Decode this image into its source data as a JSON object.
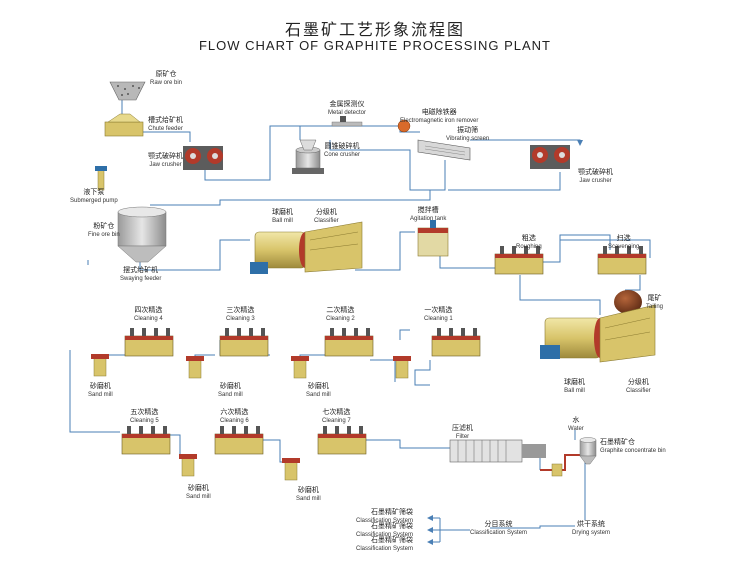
{
  "title_cn": "石墨矿工艺形象流程图",
  "title_en": "FLOW CHART OF GRAPHITE PROCESSING PLANT",
  "colors": {
    "line": "#4a7fb5",
    "machine_red": "#b23a2a",
    "machine_yellow": "#d8c46a",
    "motor_blue": "#2e6fa8",
    "tailing_brown": "#8b4a2a"
  },
  "labels": {
    "raw_ore_bin": {
      "cn": "原矿仓",
      "en": "Raw ore bin"
    },
    "chute_feeder": {
      "cn": "槽式给矿机",
      "en": "Chute feeder"
    },
    "jaw_crusher_1": {
      "cn": "颚式破碎机",
      "en": "Jaw crusher"
    },
    "submerged_pump": {
      "cn": "液下泵",
      "en": "Submerged pump"
    },
    "metal_detector": {
      "cn": "金属探测仪",
      "en": "Metal detector"
    },
    "iron_remover": {
      "cn": "电磁除铁器",
      "en": "Electromagnetic iron remover"
    },
    "vibrating_screen": {
      "cn": "振动筛",
      "en": "Vibrating screen"
    },
    "cone_crusher": {
      "cn": "圆锥破碎机",
      "en": "Cone crusher"
    },
    "jaw_crusher_2": {
      "cn": "颚式破碎机",
      "en": "Jaw crusher"
    },
    "fine_ore_bin": {
      "cn": "粉矿仓",
      "en": "Fine ore bin"
    },
    "swaying_feeder": {
      "cn": "摆式给矿机",
      "en": "Swaying feeder"
    },
    "ball_mill_1": {
      "cn": "球磨机",
      "en": "Ball mill"
    },
    "classifier_1": {
      "cn": "分级机",
      "en": "Classifier"
    },
    "agitation_tank": {
      "cn": "搅拌槽",
      "en": "Agitation tank"
    },
    "roughing": {
      "cn": "粗选",
      "en": "Roughing"
    },
    "scavenging": {
      "cn": "扫选",
      "en": "Scavenging"
    },
    "tailing": {
      "cn": "尾矿",
      "en": "Tailing"
    },
    "cleaning_4": {
      "cn": "四次精选",
      "en": "Cleaning 4"
    },
    "cleaning_3": {
      "cn": "三次精选",
      "en": "Cleaning 3"
    },
    "cleaning_2": {
      "cn": "二次精选",
      "en": "Cleaning 2"
    },
    "cleaning_1": {
      "cn": "一次精选",
      "en": "Cleaning 1"
    },
    "sand_mill_1": {
      "cn": "砂磨机",
      "en": "Sand mill"
    },
    "sand_mill_2": {
      "cn": "砂磨机",
      "en": "Sand mill"
    },
    "sand_mill_3": {
      "cn": "砂磨机",
      "en": "Sand mill"
    },
    "ball_mill_2": {
      "cn": "球磨机",
      "en": "Ball mill"
    },
    "classifier_2": {
      "cn": "分级机",
      "en": "Classifier"
    },
    "cleaning_5": {
      "cn": "五次精选",
      "en": "Cleaning 5"
    },
    "cleaning_6": {
      "cn": "六次精选",
      "en": "Cleaning 6"
    },
    "cleaning_7": {
      "cn": "七次精选",
      "en": "Cleaning 7"
    },
    "sand_mill_4": {
      "cn": "砂磨机",
      "en": "Sand mill"
    },
    "sand_mill_5": {
      "cn": "砂磨机",
      "en": "Sand mill"
    },
    "filter": {
      "cn": "压滤机",
      "en": "Filter"
    },
    "water": {
      "cn": "水",
      "en": "Water"
    },
    "graphite_bin": {
      "cn": "石墨精矿仓",
      "en": "Graphite concentrate bin"
    },
    "drying": {
      "cn": "烘干系统",
      "en": "Drying system"
    },
    "classification": {
      "cn": "分目系统",
      "en": "Classification System"
    },
    "class_out_1": {
      "cn": "石墨精矿筛袋",
      "en": "Classification System"
    },
    "class_out_2": {
      "cn": "石墨精矿筛袋",
      "en": "Classification System"
    },
    "class_out_3": {
      "cn": "石墨精矿筛袋",
      "en": "Classification System"
    }
  }
}
